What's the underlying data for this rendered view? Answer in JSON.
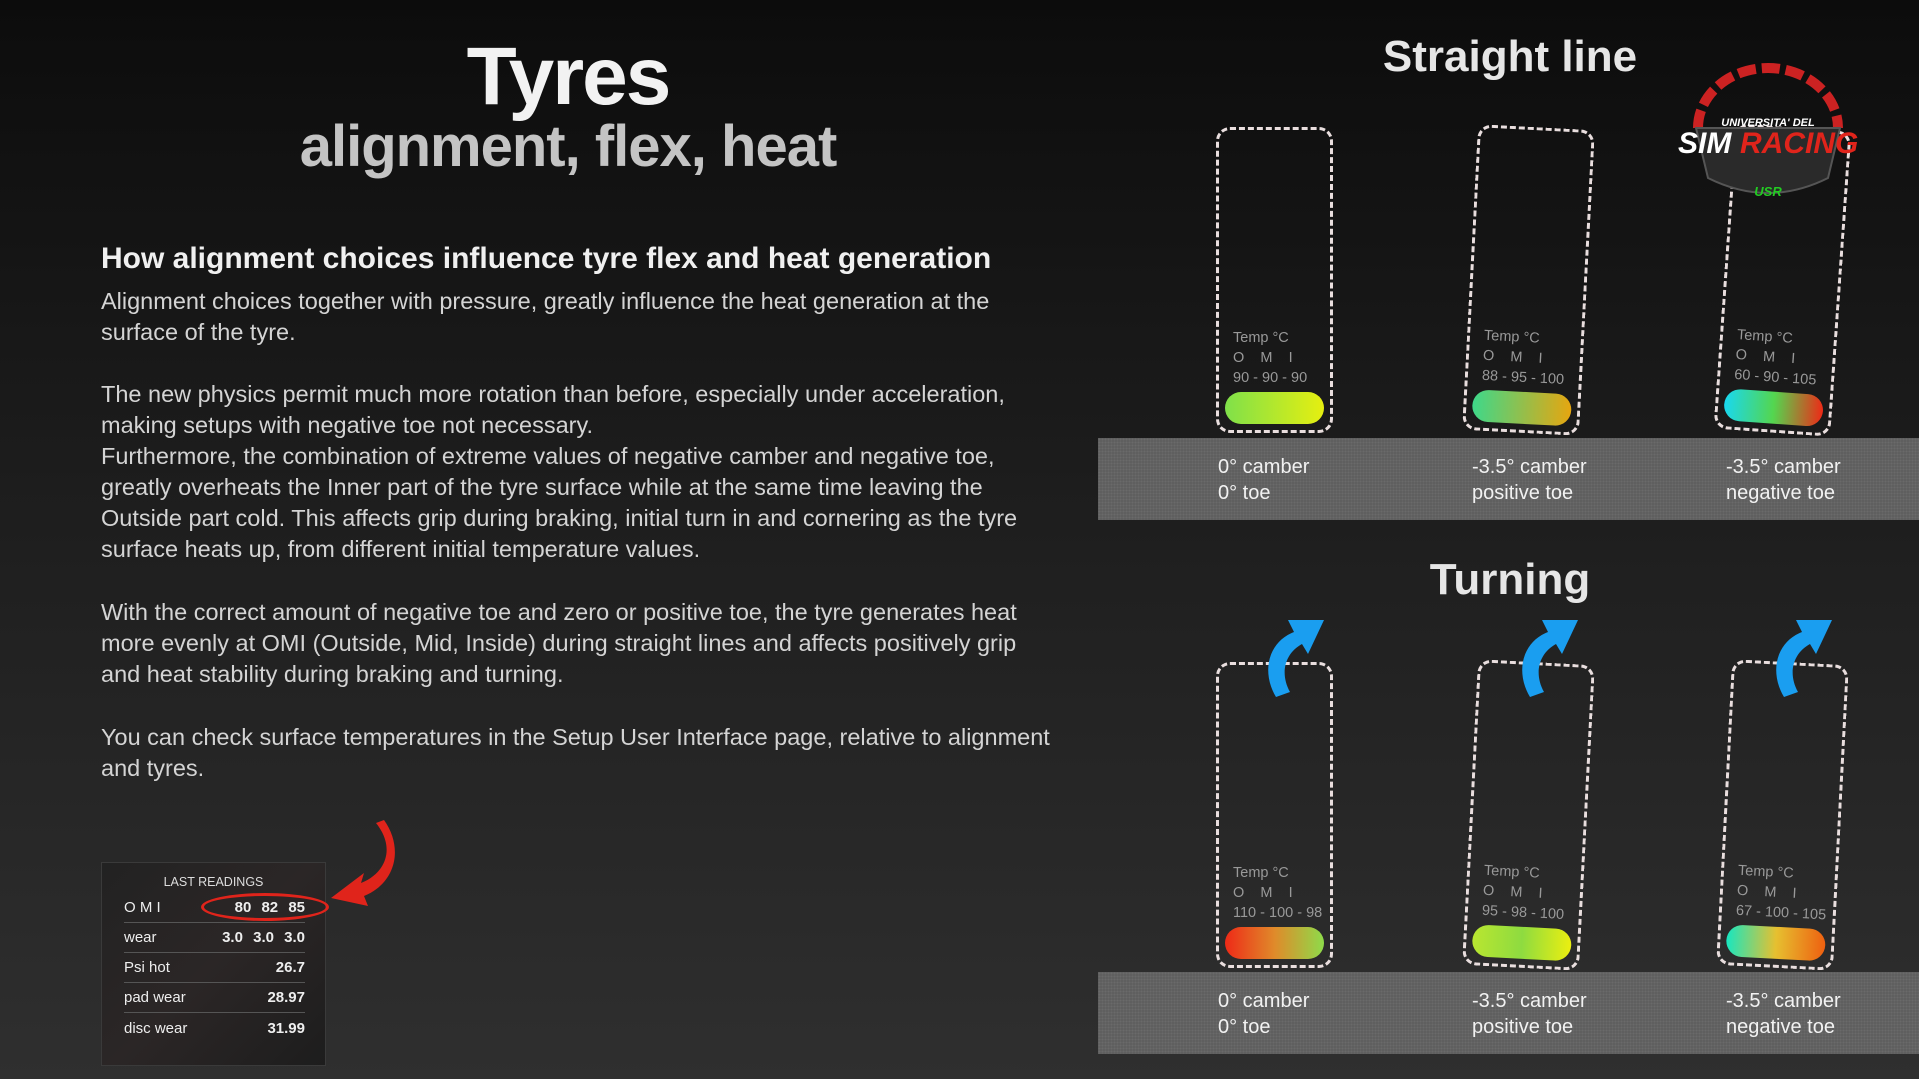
{
  "header": {
    "title": "Tyres",
    "subtitle": "alignment, flex, heat"
  },
  "content": {
    "heading": "How alignment choices influence tyre flex and heat generation",
    "paragraphs": [
      "Alignment choices together with pressure, greatly influence the heat generation at the surface of the tyre.",
      "The new physics permit much more rotation than before, especially under acceleration, making setups with negative toe not necessary.\nFurthermore, the combination of extreme values of negative camber and negative toe, greatly overheats the Inner part of the tyre surface while at the same time leaving the Outside part cold. This affects grip during braking, initial turn in and cornering as the tyre surface heats up, from different initial temperature values.",
      "With the correct amount of negative toe and zero or positive toe, the tyre generates heat more evenly at OMI (Outside, Mid, Inside) during straight lines and affects positively grip and heat stability during braking and turning.",
      "You can check surface temperatures in the Setup User Interface page, relative to alignment and tyres."
    ]
  },
  "readings": {
    "title": "LAST READINGS",
    "rows": [
      {
        "label": "O M I",
        "value": "80 82 85"
      },
      {
        "label": "wear",
        "value": "3.0 3.0 3.0"
      },
      {
        "label": "Psi hot",
        "value": "26.7"
      },
      {
        "label": "pad wear",
        "value": "28.97"
      },
      {
        "label": "disc wear",
        "value": "31.99"
      }
    ]
  },
  "logo": {
    "text": "UNIVERSITA' DEL SIMRACING USR"
  },
  "straight": {
    "title": "Straight line",
    "tyres": [
      {
        "temp_label": "Temp °C",
        "omi": "O    M    I",
        "values": "90 - 90 - 90",
        "camber": "0° camber",
        "toe": "0° toe",
        "gradient": [
          "#7fe04a",
          "#e6ef10"
        ]
      },
      {
        "temp_label": "Temp °C",
        "omi": "O    M    I",
        "values": "88 - 95 - 100",
        "camber": "-3.5° camber",
        "toe": "positive toe",
        "gradient": [
          "#3ed88a",
          "#e6a610"
        ]
      },
      {
        "temp_label": "Temp °C",
        "omi": "O    M    I",
        "values": "60 - 90 - 105",
        "camber": "-3.5° camber",
        "toe": "negative toe",
        "gradient": [
          "#19d8f0",
          "#54d64f",
          "#ee2a17"
        ]
      }
    ]
  },
  "turning": {
    "title": "Turning",
    "tyres": [
      {
        "temp_label": "Temp °C",
        "omi": "O    M    I",
        "values": "110 - 100 - 98",
        "camber": "0° camber",
        "toe": "0° toe",
        "gradient": [
          "#ee2a17",
          "#e08a2a",
          "#8edb4a"
        ]
      },
      {
        "temp_label": "Temp °C",
        "omi": "O    M    I",
        "values": "95 - 98 - 100",
        "camber": "-3.5° camber",
        "toe": "positive toe",
        "gradient": [
          "#b9e630",
          "#8edb40",
          "#ecef10"
        ]
      },
      {
        "temp_label": "Temp °C",
        "omi": "O    M    I",
        "values": "67 - 100 - 105",
        "camber": "-3.5° camber",
        "toe": "negative toe",
        "gradient": [
          "#18e6c0",
          "#e6c030",
          "#ee6010"
        ]
      }
    ]
  },
  "colors": {
    "accent_red": "#e0241b",
    "arrow_blue": "#1a9ef0"
  }
}
